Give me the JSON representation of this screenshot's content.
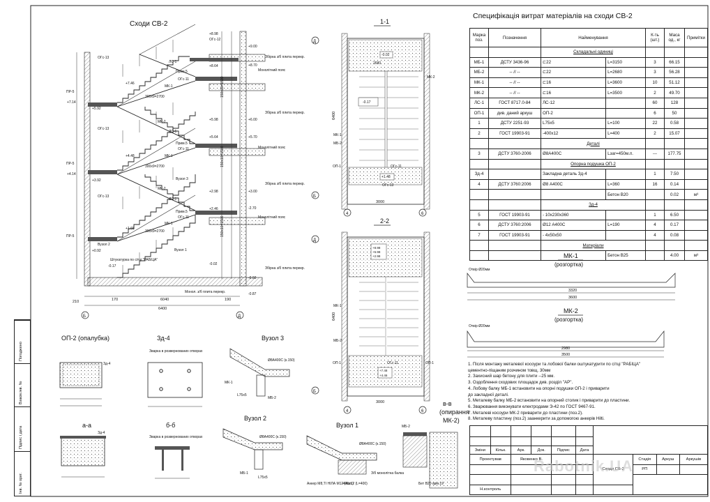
{
  "sheet": {
    "main_title": "Сходи СВ-2",
    "section_1_1": "1-1",
    "section_2_2": "2-2",
    "op2_title": "ОП-2 (опалубка)",
    "zd4_title": "Зд-4",
    "vuzol3_title": "Вузол 3",
    "vuzol2_title": "Вузол 2",
    "vuzol1_title": "Вузол 1",
    "aa_title": "а-а",
    "bb_title": "б-б",
    "vv_title_1": "в-в",
    "vv_title_2": "(опирання",
    "vv_title_3": "МК-2)",
    "mk1_title": "МК-1",
    "mk2_title": "МК-2",
    "razgortka": "(розгортка)",
    "otvir": "Отвір Ø20мм",
    "mk1_len": "3320",
    "mk1_total": "3600",
    "mk2_len": "2980",
    "mk2_total": "3500",
    "weld_label": "Зварка в розвернованих отворах",
    "weld_label_2": "Зварка в розвернованих отворах",
    "axis_b": "Б",
    "axis_d": "Д",
    "axis_4": "4",
    "axis_6": "6",
    "dim_6400": "6400",
    "dim_6040": "6040",
    "dim_3000": "3000",
    "dim_2680": "2680",
    "dim_210": "210",
    "dim_170": "170",
    "dim_190": "190",
    "dim_130": "130",
    "level_898": "+8.98",
    "level_900": "+9.00",
    "level_870": "+8.70",
    "level_864": "+8.64",
    "level_746": "+7.46",
    "level_714": "+7.14",
    "level_592": "+5.92",
    "level_598": "+5.98",
    "level_600": "+6.00",
    "level_570": "+5.70",
    "level_564": "+5.64",
    "level_448": "+4.48",
    "level_414": "+4.14",
    "level_392": "+3.92",
    "level_298": "+2.98",
    "level_300": "+3.00",
    "level_270": "-2.70",
    "level_246": "+2.46",
    "level_166": "+1.66",
    "level_092": "+0.92",
    "level_002": "-0.02",
    "level_017": "-0.17",
    "level_060": "-0.60",
    "level_087": "-0.87",
    "level_148": "+1.48",
    "level_748": "+7.48",
    "level_446": "+4.46",
    "level_898b": "+8.98",
    "level_598b": "+5.98",
    "level_298b": "+2.98",
    "level_m002": "-0.02",
    "level_m017": "-0.17",
    "stair_label": "300x9=2700",
    "stair_label_2": "150x10=1500",
    "lbl_monolit": "Монолітний пояс",
    "lbl_zbirna": "Збірна з/б плита перекр.",
    "lbl_monol_plyta": "Монол. з/б плита перекр.",
    "lbl_shtukatur": "Штукатурка по сітці \"РАБІЦА\"",
    "lbl_vuzol1": "Вузол 1",
    "lbl_vuzol2": "Вузол 2",
    "lbl_vuzol3": "Вузол 3",
    "lbl_prym5": "Прим.5",
    "lbl_ogs13": "ОГс-13",
    "lbl_ogs11": "ОГс-11",
    "lbl_ogs12": "ОГс-12",
    "lbl_pr5": "ПР-5",
    "lbl_op1": "ОП-1",
    "lbl_op2": "ОП-2",
    "lbl_mk1": "МК-1",
    "lbl_mk2": "МК-2",
    "lbl_mb1": "МБ-1",
    "lbl_mb2": "МБ-2",
    "lbl_ls1": "ЛС-1",
    "lbl_c16": "⊏16",
    "lbl_c22": "⊏22",
    "lbl_l75": "L75x5",
    "lbl_8a400": "Ø8А400С (к.150)",
    "lbl_anchor": "Анкер М8,ТІ НІЛА М12 (4шт.)",
    "lbl_400x12": "-400x12 (L=400)",
    "lbl_monol_balka": "З/б монолітна балка",
    "lbl_bet_b20": "Бет В20 арм.19"
  },
  "spec": {
    "title": "Специфікація витрат матеріалів на сходи СВ-2",
    "headers": [
      "Марка поз.",
      "Позначення",
      "Найменування",
      "К-ть (шт.)",
      "Маса од., кг",
      "Примітки"
    ],
    "rows": [
      {
        "type": "section",
        "text": "Складальні одиниці"
      },
      {
        "c": [
          "МБ-1",
          "ДСТУ 3436-96",
          "⊏22",
          "L=3150",
          "3",
          "66.15",
          ""
        ]
      },
      {
        "c": [
          "МБ-2",
          "-- // --",
          "⊏22",
          "L=2680",
          "3",
          "56.28",
          ""
        ]
      },
      {
        "c": [
          "МК-1",
          "-- // --",
          "⊏16",
          "L=3600",
          "10",
          "51.12",
          ""
        ]
      },
      {
        "c": [
          "МК-2",
          "-- // --",
          "⊏16",
          "L=3500",
          "2",
          "49.70",
          ""
        ]
      },
      {
        "c": [
          "ЛС-1",
          "ГОСТ 8717.0-84",
          "ЛС-12",
          "",
          "60",
          "128",
          ""
        ]
      },
      {
        "c": [
          "ОП-1",
          "див. даний аркуш",
          "ОП-2",
          "",
          "6",
          "50",
          ""
        ]
      },
      {
        "c": [
          "1",
          "ДСТУ 2251-93",
          "L75x5",
          "L=100",
          "22",
          "0.58",
          ""
        ]
      },
      {
        "c": [
          "2",
          "ГОСТ 19903-91",
          "-400x12",
          "L=400",
          "2",
          "15.07",
          ""
        ]
      },
      {
        "type": "section",
        "text": "Деталі"
      },
      {
        "c": [
          "3",
          "ДСТУ 3760-2006",
          "Ø8А400С",
          "Lзаг=450м.п.",
          "---",
          "177.75",
          ""
        ]
      },
      {
        "type": "section",
        "text": "Опорна подушка ОП-2"
      },
      {
        "c": [
          "Зд-4",
          "",
          "Закладна деталь Зд-4",
          "",
          "1",
          "7.50",
          ""
        ]
      },
      {
        "c": [
          "4",
          "ДСТУ 3760:2006",
          "Ø8 А400С",
          "L=360",
          "16",
          "0.14",
          ""
        ]
      },
      {
        "c": [
          "",
          "",
          "",
          "Бетон В20",
          "",
          "0.02",
          "м³"
        ]
      },
      {
        "type": "section",
        "text": "Зд-4"
      },
      {
        "c": [
          "5",
          "ГОСТ 19903-91",
          "- 10x230x360",
          "",
          "1",
          "6.50",
          ""
        ]
      },
      {
        "c": [
          "6",
          "ДСТУ 3760:2006",
          "Ø12 А400С",
          "L=190",
          "4",
          "0.17",
          ""
        ]
      },
      {
        "c": [
          "7",
          "ГОСТ 19903-91",
          "- 4x50x50",
          "",
          "4",
          "0.08",
          ""
        ]
      },
      {
        "type": "section",
        "text": "Матеріали"
      },
      {
        "c": [
          "",
          "",
          "",
          "Бетон В25",
          "",
          "4.00",
          "м³"
        ]
      }
    ]
  },
  "notes": [
    "1. Після монтажу металевої косоури та лобової балки оштукатурити по сітці \"РАБІЦА\"",
    "   цементно-піщаним розчином товщ. 30мм",
    "2. Захисний шар бетону для плити --25 мм.",
    "3. Оздоблення сходових площадок див. розділ \"АР\".",
    "4. Лобову балку МБ-1 встановити на опорні подушки ОП-2 і приварити",
    "   до закладної деталі.",
    "5. Металеву балку МБ-2 встановити на опорний столик і приварити до пластини.",
    "6. Зварювання виконувати електродами Э-42 по ГОСТ 9467-91.",
    "7. Металеві косоури МК-2 приварити до пластини (поз.2).",
    "8. Металеву пластину (поз.2) заанкерити за допомогою анкерів Hilti."
  ],
  "stamp": {
    "col_labels": [
      "Зміни",
      "Кільк.",
      "Арк.",
      "Док.",
      "Підпис",
      "Дата"
    ],
    "prepared": "Проектував",
    "author": "Яковенко В.",
    "control": "Н.контроль",
    "stage_h": "Стадія",
    "sheet_h": "Аркуш",
    "sheets_h": "Аркушів",
    "stage": "РП",
    "name": "Сходи СВ-2"
  },
  "side_stamp": [
    "Погоджено",
    "Взаєм.інв. №",
    "Підпис і дата",
    "Інв. № ориг."
  ],
  "watermark": "Rabotnik.UA"
}
